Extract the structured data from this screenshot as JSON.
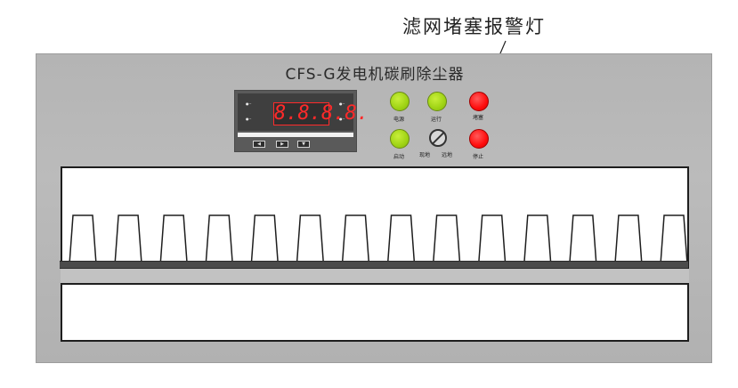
{
  "callout_label": "滤网堵塞报警灯",
  "panel_title": "CFS-G发电机碳刷除尘器",
  "controller": {
    "display_value": "8.8.8.8.",
    "left_indicators": [
      "●--",
      "●--"
    ],
    "right_indicators": [
      "●--",
      "●--"
    ],
    "keys": [
      "◀",
      "▶",
      "▼"
    ]
  },
  "lamps": {
    "power": {
      "label": "电源",
      "color": "green"
    },
    "running": {
      "label": "运行",
      "color": "green"
    },
    "blocked": {
      "label": "堵塞",
      "color": "red"
    },
    "start": {
      "label": "启动",
      "color": "green"
    },
    "stop": {
      "label": "停止",
      "color": "red"
    }
  },
  "mode_switch": {
    "label_local": "现地",
    "label_remote": "远地"
  },
  "brush_count": 14,
  "colors": {
    "cabinet": "#b6b6b6",
    "green_lamp": "#a6d816",
    "red_lamp": "#ff1a1a",
    "display_red": "#ff2a2a"
  }
}
